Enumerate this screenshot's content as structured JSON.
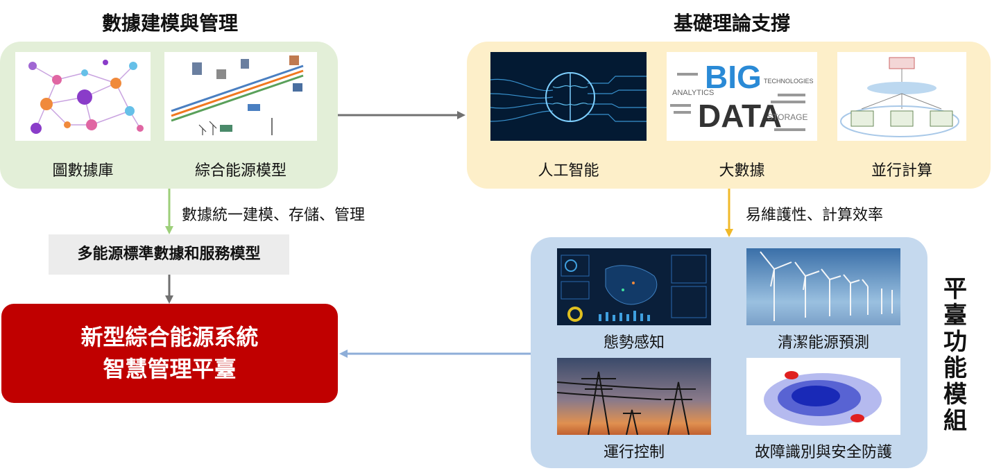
{
  "left": {
    "title": "數據建模與管理",
    "items": [
      {
        "label": "圖數據庫"
      },
      {
        "label": "綜合能源模型"
      }
    ],
    "arrow_label": "數據統一建模、存儲、管理",
    "std_model": "多能源標準數據和服務模型",
    "platform_line1": "新型綜合能源系統",
    "platform_line2": "智慧管理平臺"
  },
  "right": {
    "title": "基礎理論支撐",
    "items": [
      {
        "label": "人工智能"
      },
      {
        "label": "大數據"
      },
      {
        "label": "並行計算"
      }
    ],
    "arrow_label": "易維護性、計算效率",
    "bigdata_words": [
      "BIG",
      "DATA",
      "ANALYTICS",
      "STORAGE",
      "TECHNOLOGIES"
    ]
  },
  "modules": {
    "title_chars": [
      "平",
      "臺",
      "功",
      "能",
      "模",
      "組"
    ],
    "items": [
      {
        "label": "態勢感知"
      },
      {
        "label": "清潔能源預測"
      },
      {
        "label": "運行控制"
      },
      {
        "label": "故障識別與安全防護"
      }
    ]
  },
  "colors": {
    "green_panel": "#e3efd8",
    "yellow_panel": "#fdefc9",
    "blue_panel": "#c5d9ee",
    "platform_red": "#c00000",
    "arrow_green": "#9dcf7a",
    "arrow_yellow": "#f0b92a",
    "arrow_blue": "#8eaed8",
    "arrow_gray": "#707070"
  }
}
